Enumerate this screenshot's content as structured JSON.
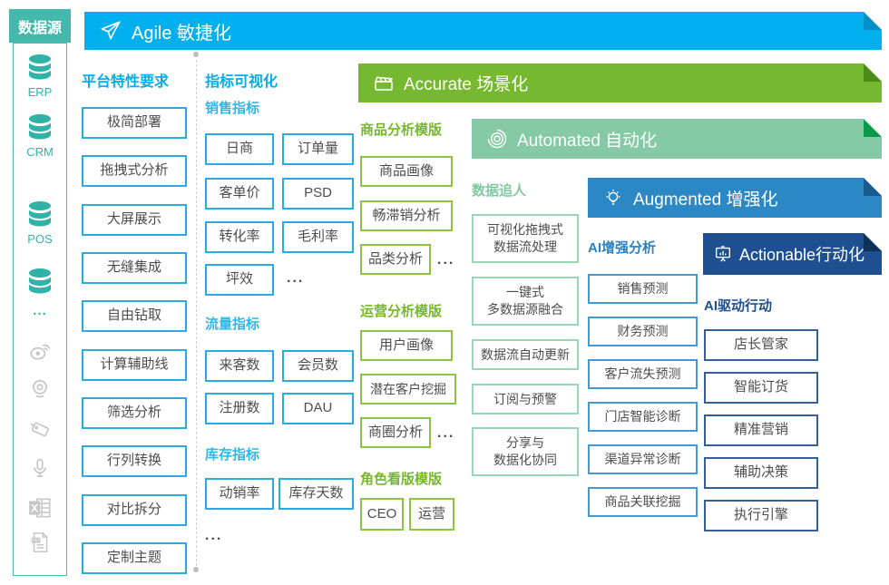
{
  "colors": {
    "teal": "#44b8ac",
    "agile_cyan": "#00b0ee",
    "accurate_green": "#77b831",
    "automated_mint": "#85caa4",
    "augmented_blue": "#2c87c5",
    "actionable_navy": "#1d4f91",
    "cyan_border": "#29abe2",
    "green_border": "#8cc63f",
    "mint_border": "#98d6b6",
    "blue_border": "#4698d0",
    "navy_border": "#33609d",
    "box_text": "#4d4d4d",
    "gray_icon": "#c6c6c6"
  },
  "sidebar": {
    "title": "数据源",
    "sources": [
      {
        "icon": "database-icon",
        "label": "ERP"
      },
      {
        "icon": "database-icon",
        "label": "CRM"
      },
      {
        "icon": "database-icon",
        "label": "POS"
      },
      {
        "icon": "database-icon",
        "label": ""
      },
      {
        "icon": "ellipsis-icon",
        "label": "..."
      },
      {
        "icon": "weibo-icon",
        "label": ""
      },
      {
        "icon": "webcam-icon",
        "label": ""
      },
      {
        "icon": "rfid-tag-icon",
        "label": ""
      },
      {
        "icon": "microphone-icon",
        "label": ""
      },
      {
        "icon": "excel-file-icon",
        "label": ""
      },
      {
        "icon": "txt-file-icon",
        "label": ""
      }
    ]
  },
  "banners": {
    "agile": {
      "label": "Agile 敏捷化",
      "icon": "paper-plane-icon"
    },
    "accurate": {
      "label": "Accurate 场景化",
      "icon": "clapperboard-icon"
    },
    "automated": {
      "label": "Automated 自动化",
      "icon": "concentric-circles-icon"
    },
    "augmented": {
      "label": "Augmented 增强化",
      "icon": "lightbulb-icon"
    },
    "actionable": {
      "label": "Actionable行动化",
      "icon": "presentation-chart-icon"
    }
  },
  "platform": {
    "title": "平台特性要求",
    "items": [
      "极简部署",
      "拖拽式分析",
      "大屏展示",
      "无缝集成",
      "自由钻取",
      "计算辅助线",
      "筛选分析",
      "行列转换",
      "对比拆分",
      "定制主题"
    ]
  },
  "metrics": {
    "title": "指标可视化",
    "sales": {
      "title": "销售指标",
      "items": [
        "日商",
        "订单量",
        "客单价",
        "PSD",
        "转化率",
        "毛利率",
        "坪效"
      ],
      "more": "..."
    },
    "traffic": {
      "title": "流量指标",
      "items": [
        "来客数",
        "会员数",
        "注册数",
        "DAU"
      ]
    },
    "inventory": {
      "title": "库存指标",
      "items": [
        "动销率",
        "库存天数"
      ],
      "more": "..."
    }
  },
  "product_templates": {
    "title": "商品分析模版",
    "items": [
      "商品画像",
      "畅滞销分析",
      "品类分析"
    ],
    "more": "..."
  },
  "operation_templates": {
    "title": "运营分析模版",
    "items": [
      "用户画像",
      "潜在客户挖掘",
      "商圈分析"
    ],
    "more": "..."
  },
  "role_templates": {
    "title": "角色看版模版",
    "items": [
      "CEO",
      "运营"
    ]
  },
  "data_chase": {
    "title": "数据追人",
    "items": [
      "可视化拖拽式\n数据流处理",
      "一键式\n多数据源融合",
      "数据流自动更新",
      "订阅与预警",
      "分享与\n数据化协同"
    ]
  },
  "ai_analysis": {
    "title": "AI增强分析",
    "items": [
      "销售预测",
      "财务预测",
      "客户流失预测",
      "门店智能诊断",
      "渠道异常诊断",
      "商品关联挖掘"
    ]
  },
  "ai_action": {
    "title": "AI驱动行动",
    "items": [
      "店长管家",
      "智能订货",
      "精准营销",
      "辅助决策",
      "执行引擎"
    ]
  }
}
